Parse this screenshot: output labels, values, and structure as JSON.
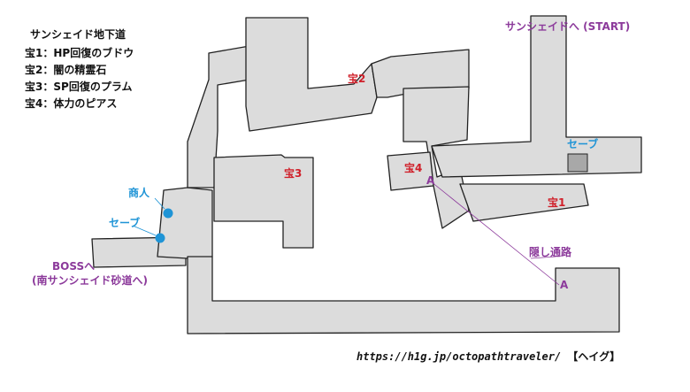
{
  "map": {
    "title": "サンシェイド地下道",
    "legend": [
      {
        "key": "宝1",
        "desc": "HP回復のブドウ"
      },
      {
        "key": "宝2",
        "desc": "闇の精霊石"
      },
      {
        "key": "宝3",
        "desc": "SP回復のプラム"
      },
      {
        "key": "宝4",
        "desc": "体力のピアス"
      }
    ],
    "labels": {
      "start": "サンシェイドへ (START)",
      "boss_line1": "BOSSへ",
      "boss_line2": "(南サンシェイド砂道へ)",
      "merchant": "商人",
      "save_left": "セーブ",
      "save_right": "セーブ",
      "hidden_path": "隠し通路",
      "warp_a_1": "A",
      "warp_a_2": "A",
      "treasure_1": "宝1",
      "treasure_2": "宝2",
      "treasure_3": "宝3",
      "treasure_4": "宝4"
    },
    "credit": {
      "url": "https://h1g.jp/octopathtraveler/",
      "author": "【ヘイグ】"
    },
    "colors": {
      "corridor_fill": "#dcdcdc",
      "wall": "#222222",
      "treasure_text": "#d0202a",
      "save_text": "#1f94d6",
      "marker": "#1f94d6",
      "route_text": "#8c3a9b",
      "save_block": "#a8a8a8"
    }
  }
}
